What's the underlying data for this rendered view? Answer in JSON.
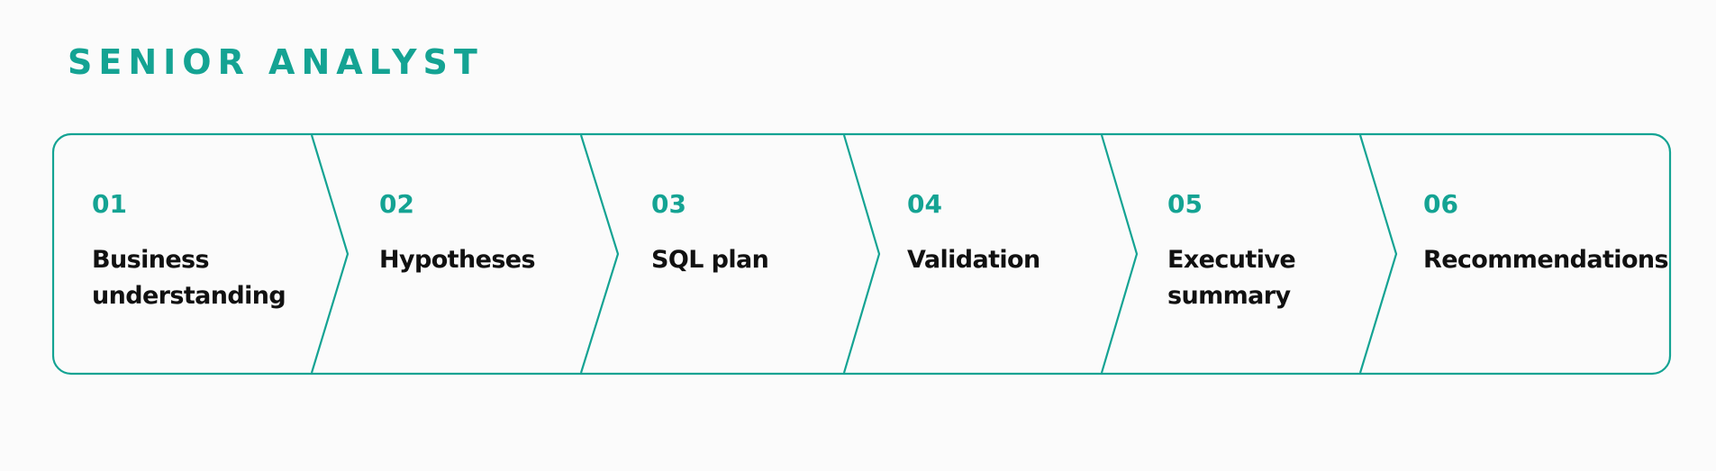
{
  "title": "SENIOR ANALYST",
  "colors": {
    "accent": "#14a393",
    "text": "#111111",
    "background": "#fbfbfb"
  },
  "steps": [
    {
      "number": "01",
      "label": [
        "Business",
        "understanding"
      ]
    },
    {
      "number": "02",
      "label": [
        "Hypotheses"
      ]
    },
    {
      "number": "03",
      "label": [
        "SQL plan"
      ]
    },
    {
      "number": "04",
      "label": [
        "Validation"
      ]
    },
    {
      "number": "05",
      "label": [
        "Executive",
        "summary"
      ]
    },
    {
      "number": "06",
      "label": [
        "Recommendations"
      ]
    }
  ]
}
